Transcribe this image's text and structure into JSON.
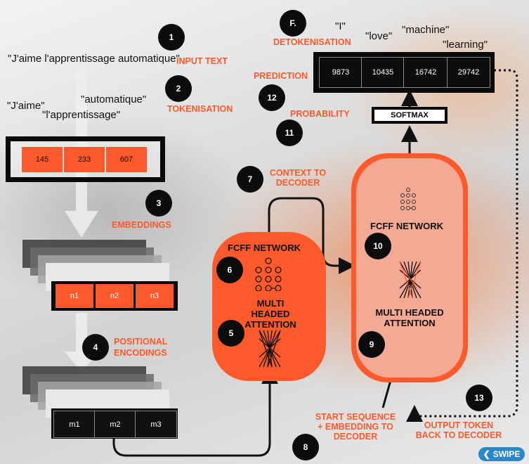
{
  "top": {
    "step_f": "F.",
    "detokenisation": "DETOKENISATION",
    "words": [
      "\"I\"",
      "\"love\"",
      "\"machine\"",
      "\"learning\""
    ],
    "prediction": "PREDICTION",
    "token_ids": [
      "9873",
      "10435",
      "16742",
      "29742"
    ],
    "softmax": "SOFTMAX",
    "probability": "PROBABILITY"
  },
  "input": {
    "step": "1",
    "text": "\"J'aime l'apprentissage automatique\"",
    "label": "INPUT TEXT"
  },
  "tokenisation": {
    "step": "2",
    "label": "TOKENISATION",
    "tokens": [
      "\"J'aime\"",
      "\"l'apprentissage\"",
      "\"automatique\""
    ],
    "ids": [
      "145",
      "233",
      "607"
    ]
  },
  "embeddings": {
    "step": "3",
    "label": "EMBEDDINGS",
    "cells": [
      "n1",
      "n2",
      "n3"
    ]
  },
  "positional": {
    "step": "4",
    "label_line1": "POSITIONAL",
    "label_line2": "ENCODINGS",
    "cells": [
      "m1",
      "m2",
      "m3"
    ]
  },
  "encoder": {
    "fcff_label": "FCFF NETWORK",
    "fcff_step": "6",
    "attention_label_line1": "MULTI HEADED",
    "attention_label_line2": "ATTENTION",
    "attention_step": "5"
  },
  "context": {
    "step": "7",
    "label_line1": "CONTEXT TO",
    "label_line2": "DECODER"
  },
  "decoder": {
    "fcff_label": "FCFF NETWORK",
    "fcff_step": "10",
    "attention_label_line1": "MULTI HEADED",
    "attention_label_line2": "ATTENTION",
    "attention_step": "9"
  },
  "start_sequence": {
    "step": "8",
    "label_line1": "START SEQUENCE",
    "label_line2": "+ EMBEDDING TO",
    "label_line3": "DECODER"
  },
  "output_token": {
    "step": "13",
    "label_line1": "OUTPUT TOKEN",
    "label_line2": "BACK TO DECODER"
  },
  "steps": {
    "probability": "11",
    "prediction": "12"
  },
  "swipe": "SWIPE",
  "colors": {
    "accent": "#ff5a2b",
    "dark": "#0a0a0a",
    "swipe": "#2b87c8"
  }
}
